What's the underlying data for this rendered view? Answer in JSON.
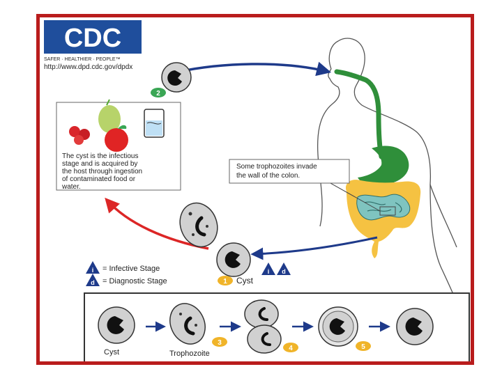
{
  "logo": {
    "text": "CDC",
    "tagline": "SAFER · HEALTHIER · PEOPLE™"
  },
  "url": "http://www.dpd.cdc.gov/dpdx",
  "steps": {
    "s1": "1",
    "s2": "2",
    "s3": "3",
    "s4": "4",
    "s5": "5"
  },
  "infection_box": {
    "lines": [
      "The cyst is the infectious",
      "stage and is acquired by",
      "the host through ingestion",
      "of contaminated food or",
      "water."
    ]
  },
  "invade_box": {
    "lines": [
      "Some trophozoites invade",
      "the wall of the colon."
    ]
  },
  "legend": {
    "i_letter": "i",
    "d_letter": "d",
    "infective": "= Infective Stage",
    "diagnostic": "= Diagnostic Stage"
  },
  "cyst_label": "Cyst",
  "bottom": {
    "cyst": "Cyst",
    "trophozoite": "Trophozoite"
  },
  "colors": {
    "frame": "#b91c1c",
    "blue_arrow": "#1e3a8a",
    "red_arrow": "#dc2626",
    "gut_green": "#2f8f3a",
    "colon_yellow": "#f5c242",
    "intestine_teal": "#7fc4c0",
    "logo_blue": "#1f4e9c",
    "step_badge": "#f0b429"
  }
}
